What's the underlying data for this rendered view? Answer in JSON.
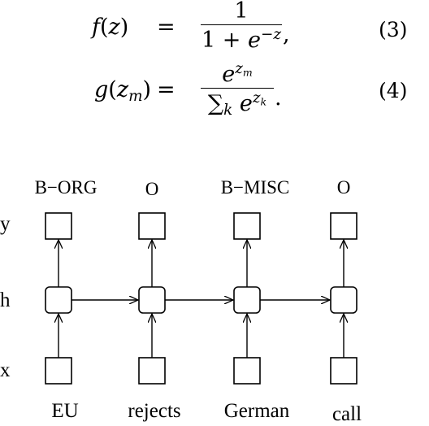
{
  "equations": [
    {
      "number": "(3)",
      "lhs_func": "f",
      "lhs_arg": "z",
      "equals": "=",
      "numerator": "1",
      "denominator_lead": "1 + ",
      "denominator_base": "e",
      "denominator_exp": "−z",
      "trailing": ","
    },
    {
      "number": "(4)",
      "lhs_func": "g",
      "lhs_arg_base": "z",
      "lhs_arg_sub": "m",
      "equals": "=",
      "num_base": "e",
      "num_exp_base": "z",
      "num_exp_sub": "m",
      "den_sum": "∑",
      "den_sum_sub": "k",
      "den_base": "e",
      "den_exp_base": "z",
      "den_exp_sub": "k",
      "trailing": "."
    }
  ],
  "diagram": {
    "row_labels": {
      "y": "y",
      "h": "h",
      "x": "x"
    },
    "output_tags": [
      "B−ORG",
      "O",
      "B−MISC",
      "O"
    ],
    "words": [
      "EU",
      "rejects",
      "German",
      "call"
    ]
  }
}
